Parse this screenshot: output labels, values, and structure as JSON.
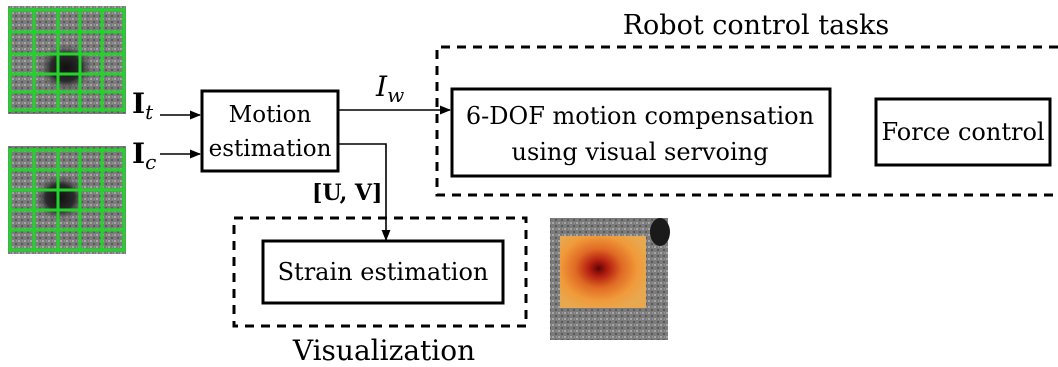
{
  "inputs": {
    "target_image_label": "I",
    "target_image_sub": "t",
    "current_image_label": "I",
    "current_image_sub": "c"
  },
  "motion_estimation": {
    "line1": "Motion",
    "line2": "estimation"
  },
  "signals": {
    "warp_label": "I",
    "warp_sub": "w",
    "displacement_label": "[U, V]"
  },
  "robot_control": {
    "title": "Robot control tasks",
    "motion_compensation_line1": "6-DOF motion compensation",
    "motion_compensation_line2": "using visual servoing",
    "force_control": "Force control"
  },
  "visualization": {
    "title": "Visualization",
    "strain_estimation": "Strain estimation"
  },
  "colors": {
    "grid": "#22d32a",
    "box_stroke": "#000000",
    "elastogram_hot": "#8b0f0f",
    "elastogram_warm": "#f0882a"
  }
}
